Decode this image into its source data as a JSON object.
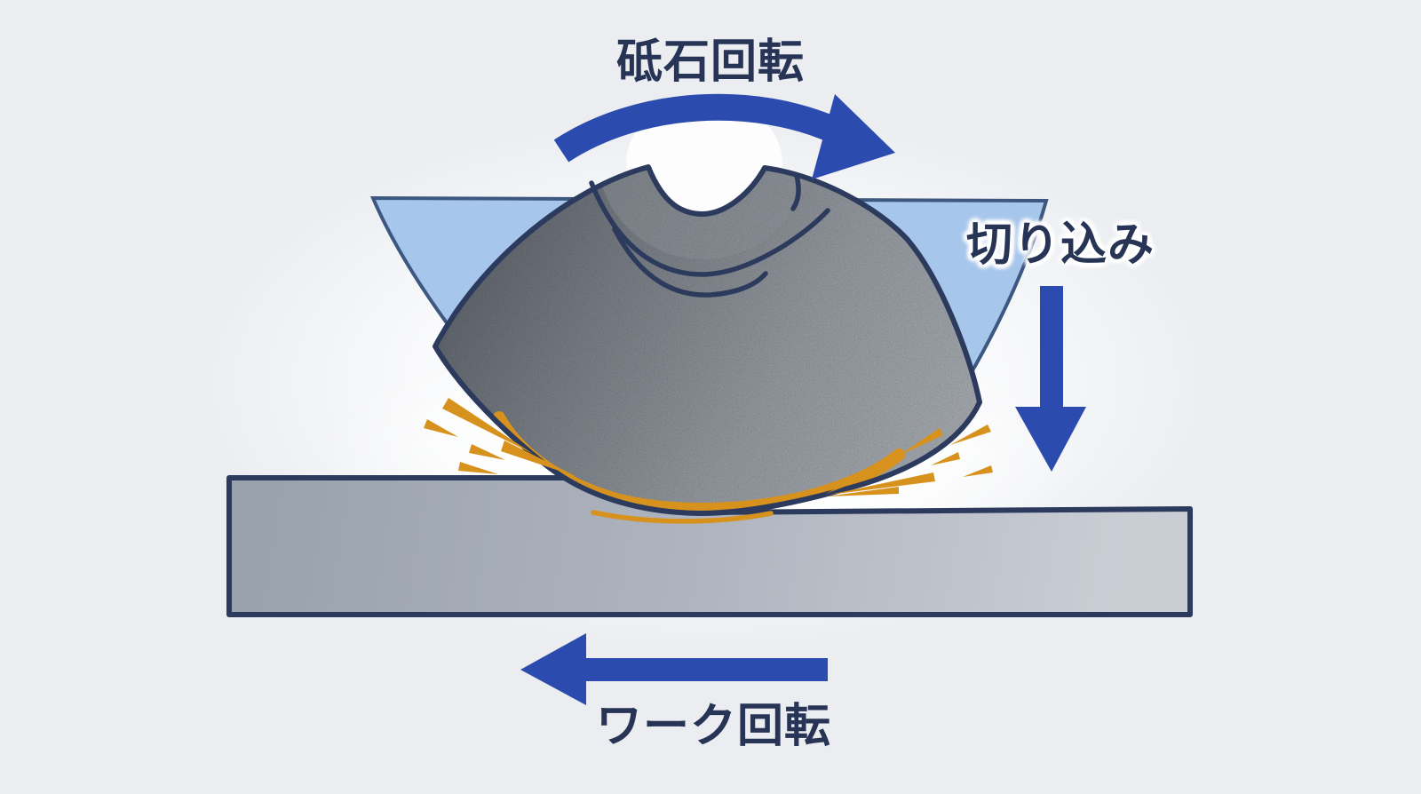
{
  "diagram": {
    "title": "surface-grinding-process-diagram",
    "labels": {
      "wheel_rotation": "砥石回転",
      "infeed": "切り込み",
      "work_rotation": "ワーク回転"
    },
    "icons": {
      "wheel_rotation_arrow": "curved-arrow-right-icon",
      "infeed_arrow": "arrow-down-icon",
      "work_rotation_arrow": "arrow-left-icon",
      "sparks": "spark-burst-icon"
    },
    "colors": {
      "background": "#ebedf1",
      "arrow_blue": "#2b4bae",
      "label_navy": "#273456",
      "outline_navy": "#2c3b5d",
      "coolant_blue": "#a6c6ec",
      "spark_orange": "#d6921d",
      "wheel_gray_dark": "#666c74",
      "wheel_gray_light": "#b2b7bd",
      "workpiece_gray": "#a8aeb9",
      "bore_white": "#fdfdfe"
    }
  }
}
